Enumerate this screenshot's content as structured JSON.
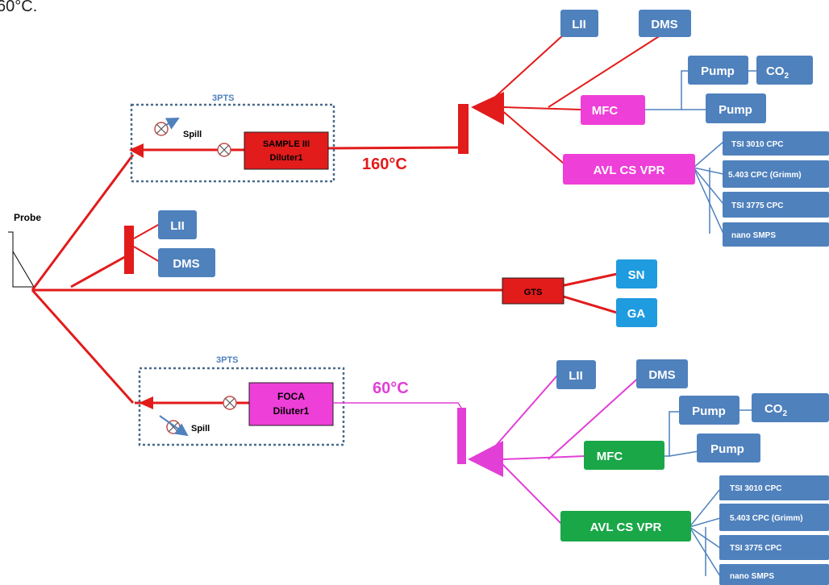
{
  "top_fragment": "60°C.",
  "probe": "Probe",
  "upper_branch": {
    "group_label": "3PTS",
    "spill": "Spill",
    "diluter": [
      "SAMPLE III",
      "Diluter1"
    ],
    "temperature": "160°C",
    "line_color": "#e21b1b",
    "targets": {
      "lii": "LII",
      "dms": "DMS",
      "mfc": "MFC",
      "pump1": "Pump",
      "co2": "CO",
      "co2_sub": "2",
      "pump2": "Pump",
      "vpr": "AVL CS VPR",
      "counters": [
        "TSI 3010 CPC",
        "5.403 CPC (Grimm)",
        "TSI 3775 CPC",
        "nano SMPS"
      ]
    }
  },
  "middle_branch": {
    "lii": "LII",
    "dms": "DMS",
    "gts": "GTS",
    "sn": "SN",
    "ga": "GA"
  },
  "lower_branch": {
    "group_label": "3PTS",
    "spill": "Spill",
    "diluter": [
      "FOCA",
      "Diluter1"
    ],
    "temperature": "60°C",
    "line_color": "#e23fd6",
    "targets": {
      "lii": "LII",
      "dms": "DMS",
      "mfc": "MFC",
      "pump1": "Pump",
      "co2": "CO",
      "co2_sub": "2",
      "pump2": "Pump",
      "vpr": "AVL CS VPR",
      "counters": [
        "TSI 3010 CPC",
        "5.403 CPC (Grimm)",
        "TSI 3775 CPC",
        "nano SMPS"
      ]
    }
  },
  "colors": {
    "hot_line": "#e21b1b",
    "warm_line": "#e23fd6",
    "instrument_box": "#4f81bd",
    "magenta_box": "#ee3fd8",
    "green_box": "#1aa748",
    "gas_box": "#1f9be0"
  }
}
